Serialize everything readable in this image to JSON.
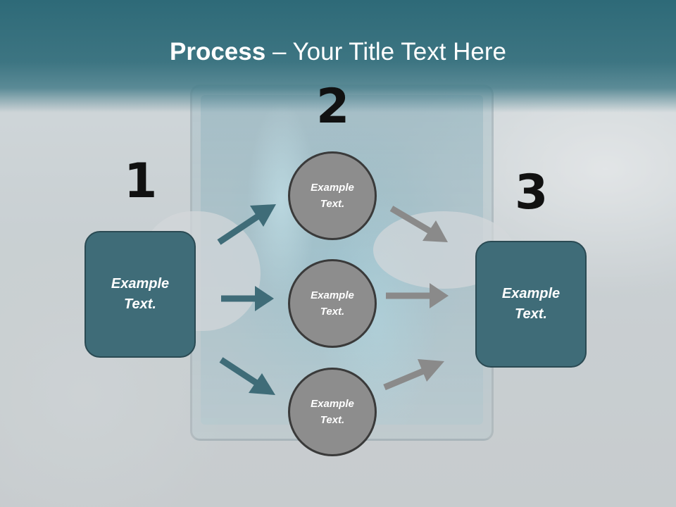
{
  "slide": {
    "title_bold": "Process",
    "title_rest": " – Your Title Text Here"
  },
  "steps": {
    "one": "1",
    "two": "2",
    "three": "3"
  },
  "boxes": {
    "left": "Example Text.",
    "right": "Example Text."
  },
  "circles": [
    {
      "label": "Example Text."
    },
    {
      "label": "Example Text."
    },
    {
      "label": "Example Text."
    }
  ],
  "colors": {
    "header": "#3d7582",
    "box": "#3f6c78",
    "circle": "#8d8d8d",
    "arrow_teal": "#3f6c78",
    "arrow_gray": "#8a8a8a"
  }
}
